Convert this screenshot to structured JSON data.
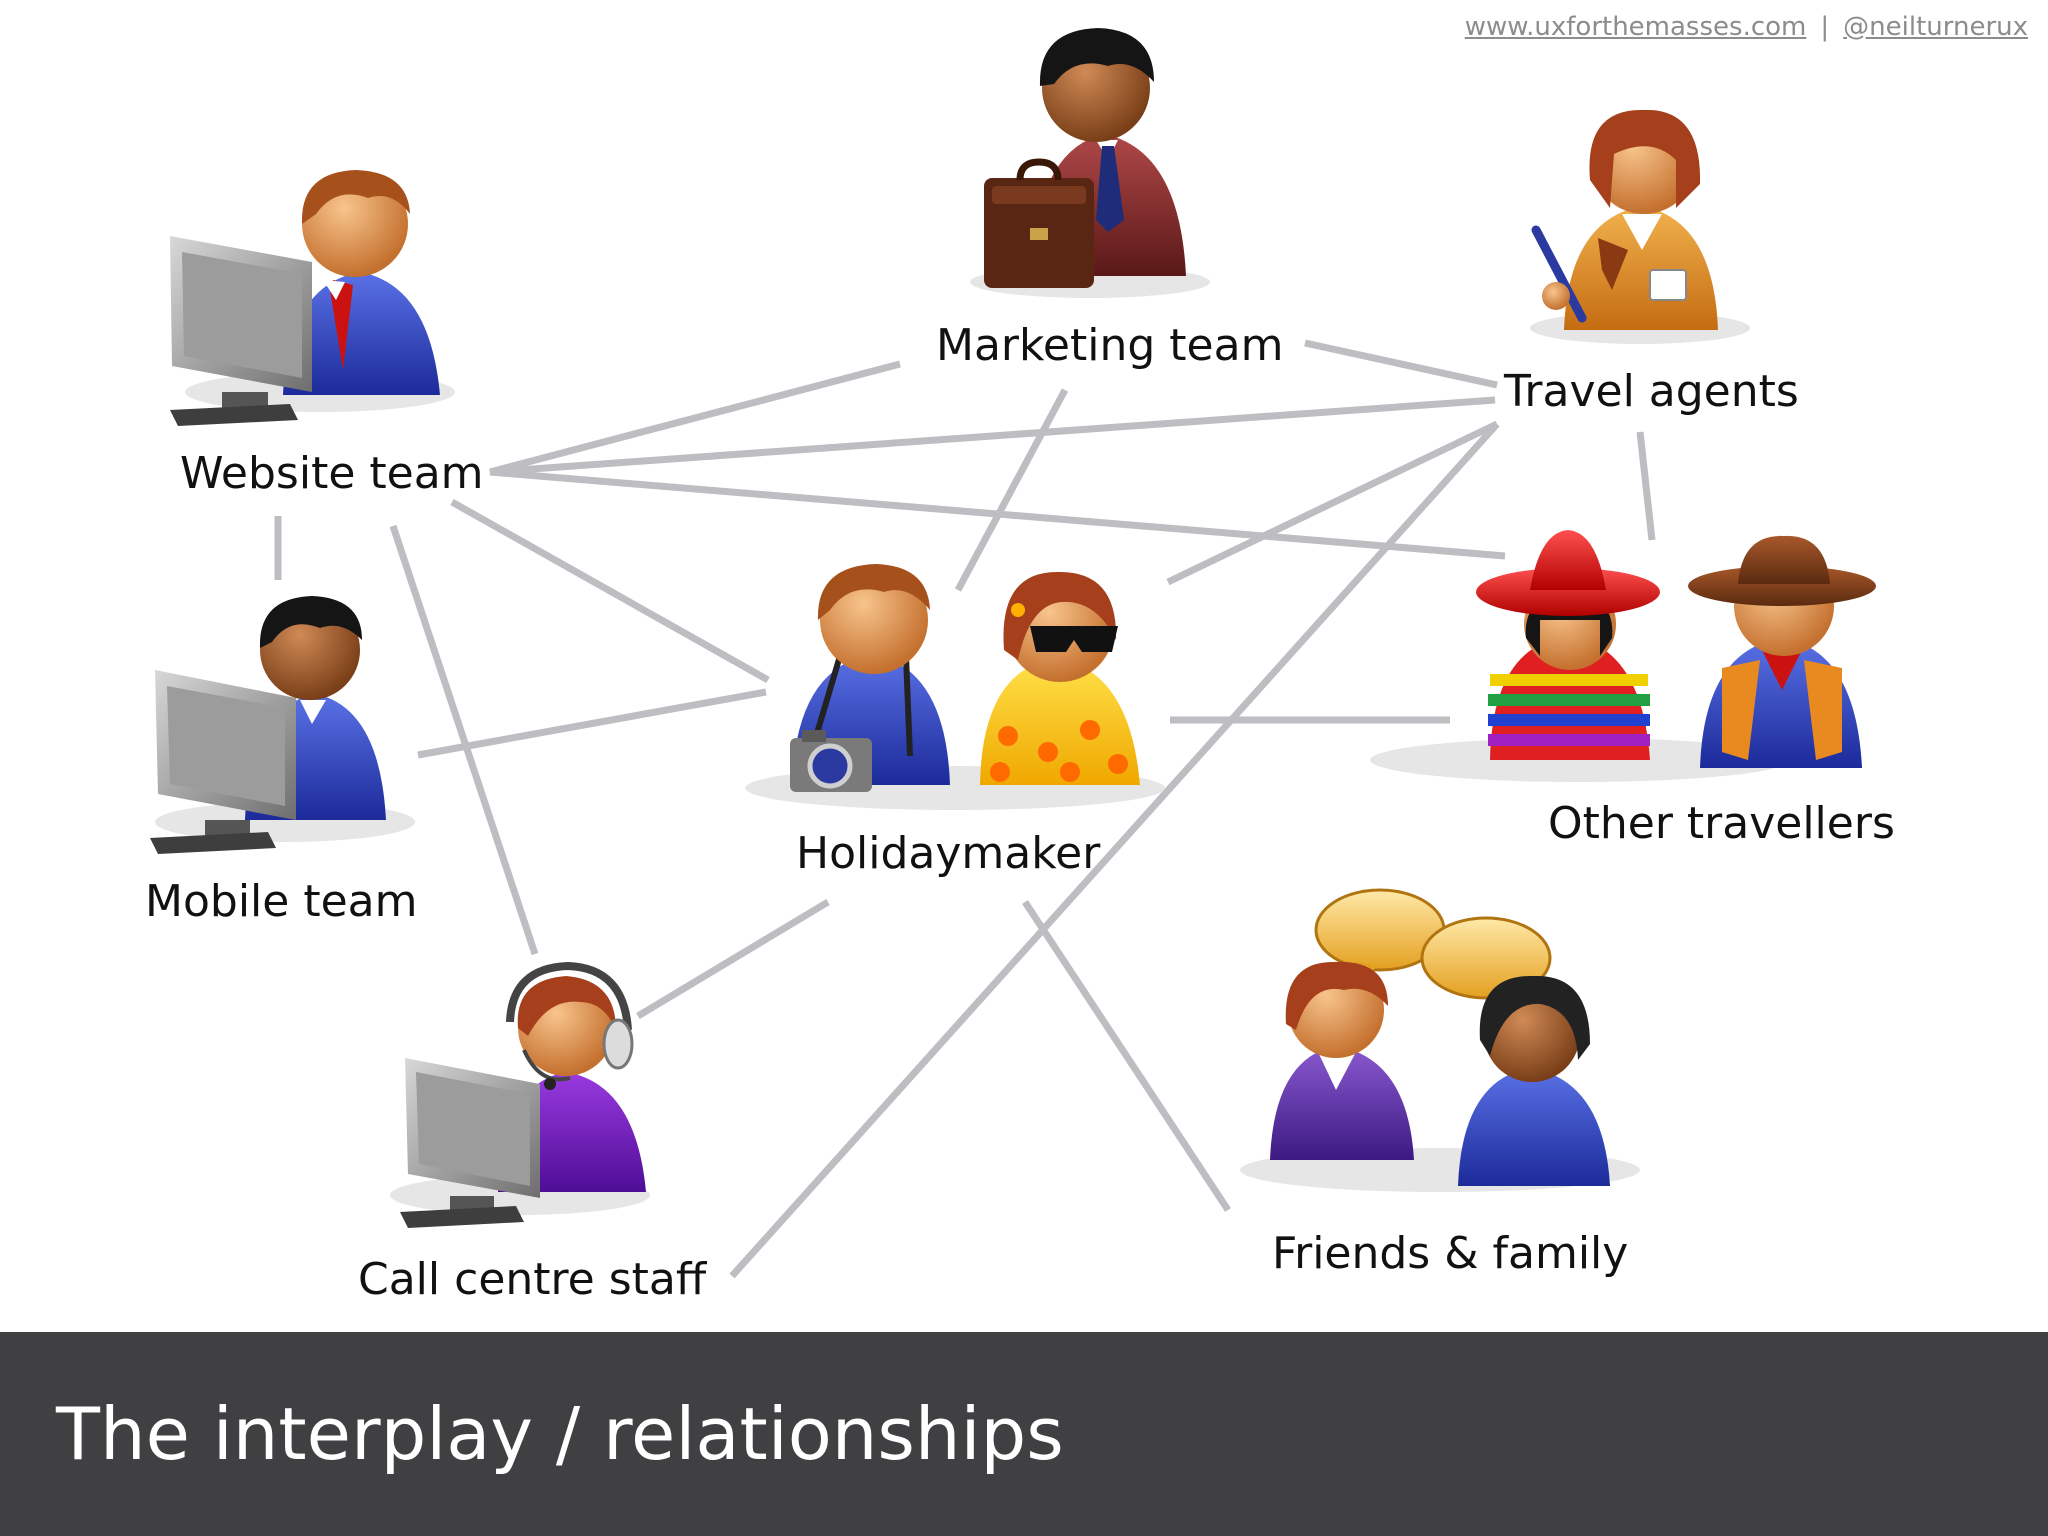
{
  "header": {
    "site_link": "www.uxforthemasses.com",
    "separator": "|",
    "twitter_handle": "@neilturnerux"
  },
  "slide": {
    "title": "The interplay / relationships"
  },
  "diagram": {
    "nodes": {
      "website_team": "Website team",
      "mobile_team": "Mobile team",
      "call_centre_staff": "Call centre staff",
      "marketing_team": "Marketing team",
      "holidaymaker": "Holidaymaker",
      "travel_agents": "Travel agents",
      "other_travellers": "Other travellers",
      "friends_family": "Friends & family"
    },
    "edges": [
      [
        "website_team",
        "marketing_team"
      ],
      [
        "website_team",
        "travel_agents"
      ],
      [
        "website_team",
        "other_travellers"
      ],
      [
        "website_team",
        "holidaymaker"
      ],
      [
        "website_team",
        "mobile_team"
      ],
      [
        "website_team",
        "call_centre_staff"
      ],
      [
        "mobile_team",
        "holidaymaker"
      ],
      [
        "marketing_team",
        "travel_agents"
      ],
      [
        "marketing_team",
        "holidaymaker"
      ],
      [
        "travel_agents",
        "holidaymaker"
      ],
      [
        "travel_agents",
        "call_centre_staff"
      ],
      [
        "travel_agents",
        "other_travellers"
      ],
      [
        "holidaymaker",
        "other_travellers"
      ],
      [
        "holidaymaker",
        "call_centre_staff"
      ],
      [
        "holidaymaker",
        "friends_family"
      ]
    ]
  },
  "colors": {
    "connector": "#bdbdc2",
    "footer_bg": "#403f42",
    "footer_text": "#ffffff",
    "label": "#111111",
    "credit": "#8c8c8c"
  }
}
